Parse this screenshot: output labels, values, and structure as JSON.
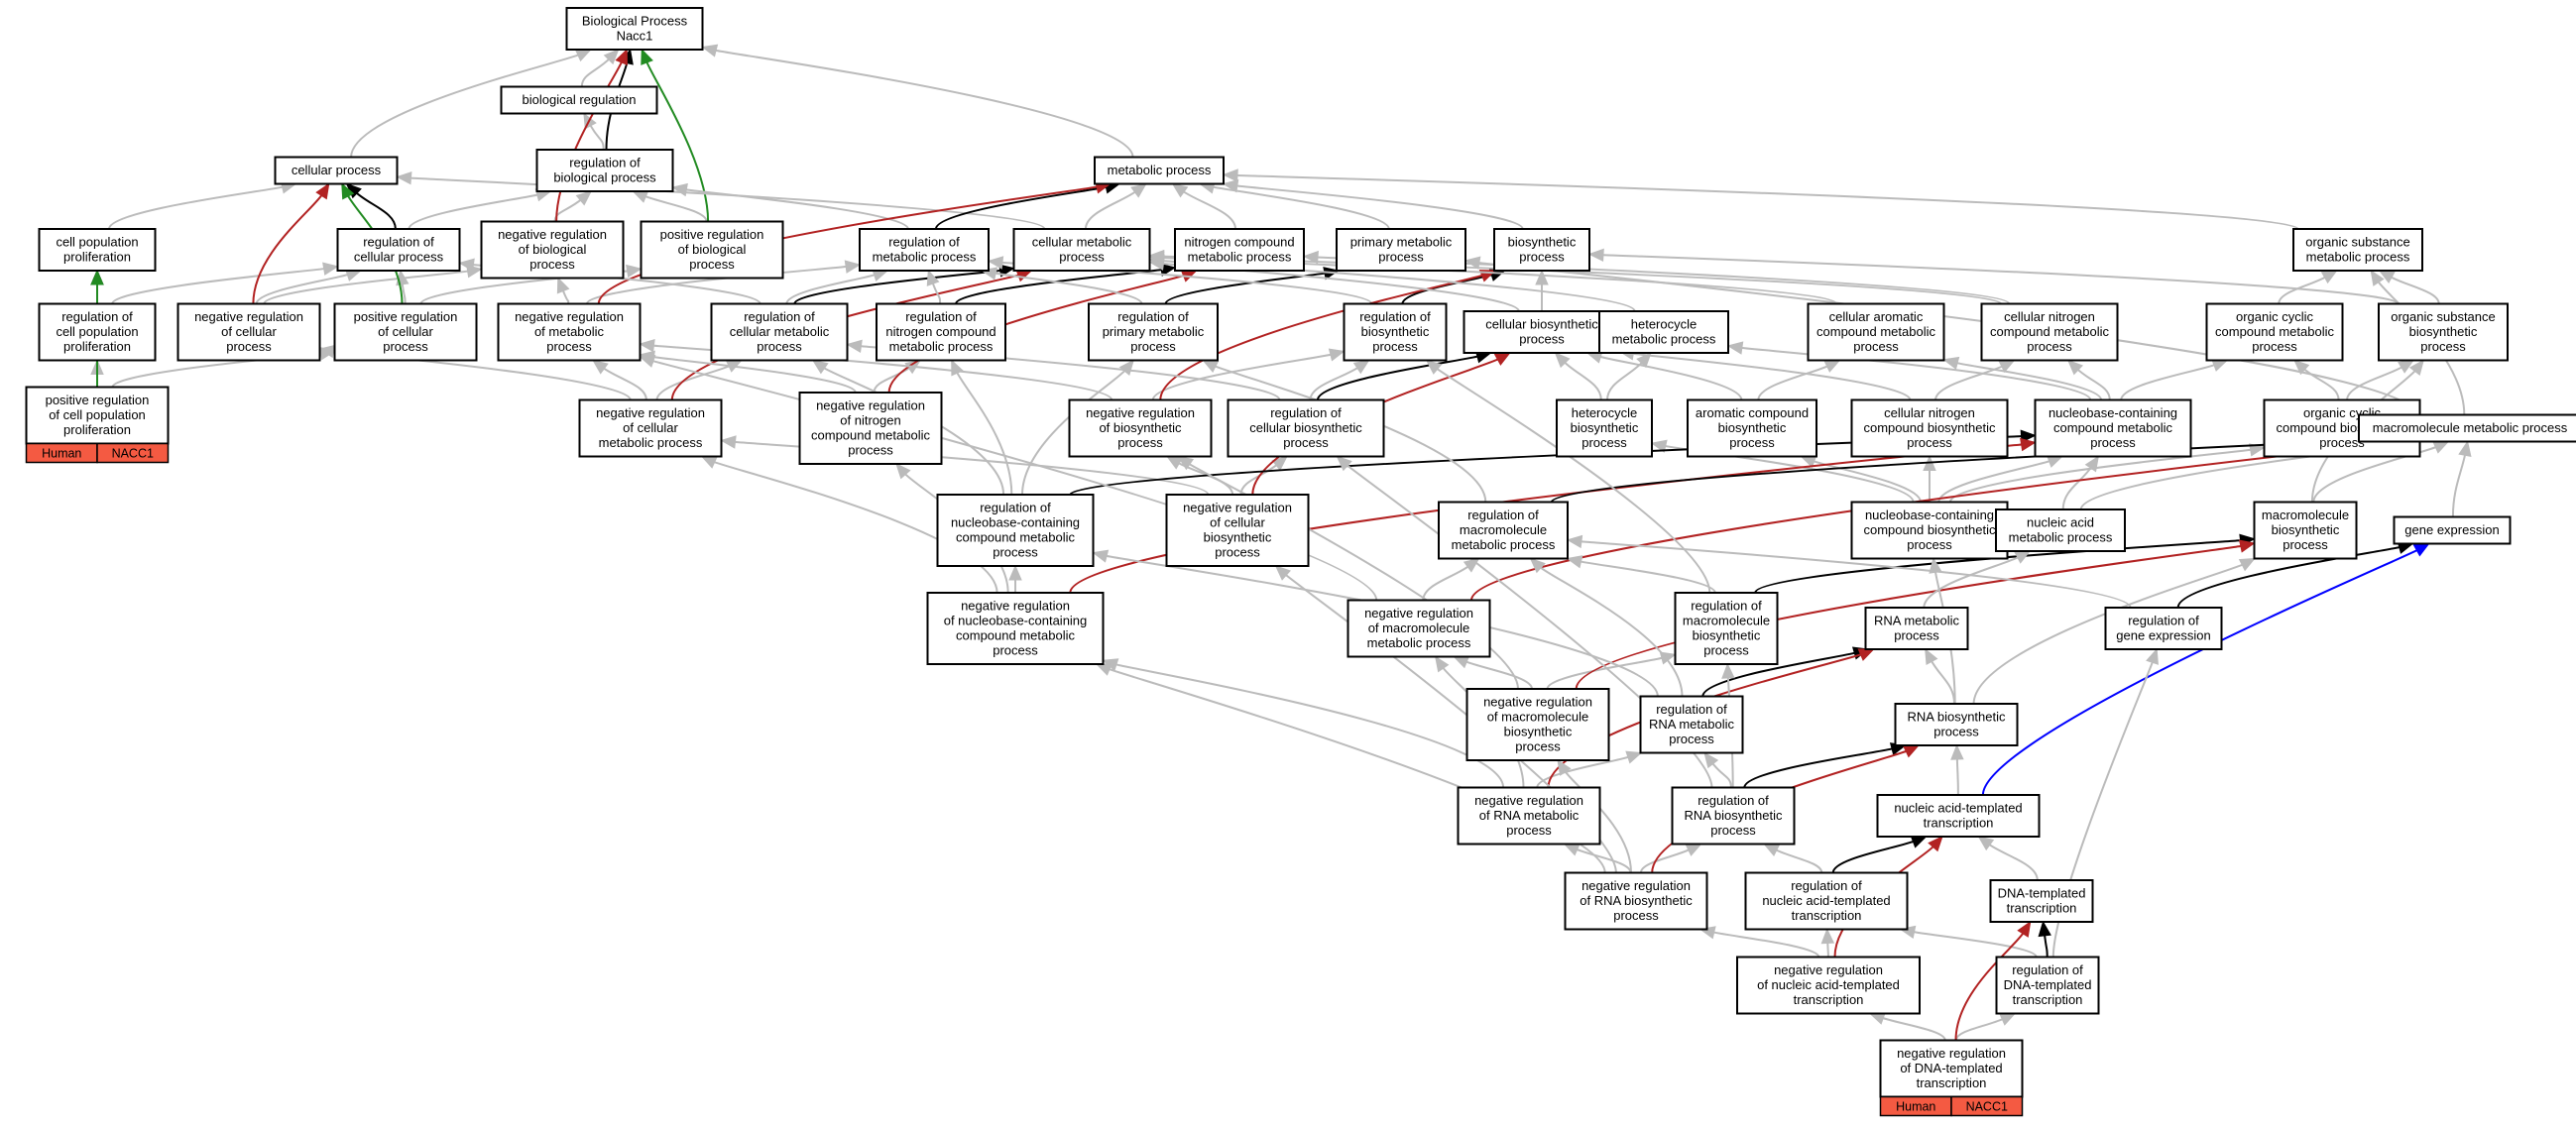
{
  "graph": {
    "nodes": [
      {
        "id": "bp",
        "lines": [
          "Biological Process",
          "Nacc1"
        ]
      },
      {
        "id": "br",
        "lines": [
          "biological regulation"
        ]
      },
      {
        "id": "cp",
        "lines": [
          "cellular process"
        ]
      },
      {
        "id": "mp",
        "lines": [
          "metabolic process"
        ]
      },
      {
        "id": "rbp",
        "lines": [
          "regulation of",
          "biological process"
        ]
      },
      {
        "id": "cpp",
        "lines": [
          "cell population",
          "proliferation"
        ]
      },
      {
        "id": "rcp",
        "lines": [
          "regulation of",
          "cellular process"
        ]
      },
      {
        "id": "nrbp",
        "lines": [
          "negative regulation",
          "of biological",
          "process"
        ]
      },
      {
        "id": "prbp",
        "lines": [
          "positive regulation",
          "of biological",
          "process"
        ]
      },
      {
        "id": "rmp",
        "lines": [
          "regulation of",
          "metabolic process"
        ]
      },
      {
        "id": "cmp",
        "lines": [
          "cellular metabolic",
          "process"
        ]
      },
      {
        "id": "ncmp",
        "lines": [
          "nitrogen compound",
          "metabolic process"
        ]
      },
      {
        "id": "pmp",
        "lines": [
          "primary metabolic",
          "process"
        ]
      },
      {
        "id": "bsp",
        "lines": [
          "biosynthetic",
          "process"
        ]
      },
      {
        "id": "osmp",
        "lines": [
          "organic substance",
          "metabolic process"
        ]
      },
      {
        "id": "rcpp",
        "lines": [
          "regulation of",
          "cell population",
          "proliferation"
        ]
      },
      {
        "id": "nrcp",
        "lines": [
          "negative regulation",
          "of cellular",
          "process"
        ]
      },
      {
        "id": "prcp",
        "lines": [
          "positive regulation",
          "of cellular",
          "process"
        ]
      },
      {
        "id": "nrmp",
        "lines": [
          "negative regulation",
          "of metabolic",
          "process"
        ]
      },
      {
        "id": "rcmp",
        "lines": [
          "regulation of",
          "cellular metabolic",
          "process"
        ]
      },
      {
        "id": "rncmp",
        "lines": [
          "regulation of",
          "nitrogen compound",
          "metabolic process"
        ]
      },
      {
        "id": "rpmp",
        "lines": [
          "regulation of",
          "primary metabolic",
          "process"
        ]
      },
      {
        "id": "rbsp",
        "lines": [
          "regulation of",
          "biosynthetic",
          "process"
        ]
      },
      {
        "id": "cbsp",
        "lines": [
          "cellular biosynthetic",
          "process"
        ]
      },
      {
        "id": "hcmp",
        "lines": [
          "heterocycle",
          "metabolic process"
        ]
      },
      {
        "id": "camp",
        "lines": [
          "cellular aromatic",
          "compound metabolic",
          "process"
        ]
      },
      {
        "id": "cncmp",
        "lines": [
          "cellular nitrogen",
          "compound metabolic",
          "process"
        ]
      },
      {
        "id": "occmp",
        "lines": [
          "organic cyclic",
          "compound metabolic",
          "process"
        ]
      },
      {
        "id": "osbp",
        "lines": [
          "organic substance",
          "biosynthetic",
          "process"
        ]
      },
      {
        "id": "prcpp",
        "lines": [
          "positive regulation",
          "of cell population",
          "proliferation"
        ]
      },
      {
        "id": "nrcmp",
        "lines": [
          "negative regulation",
          "of cellular",
          "metabolic process"
        ]
      },
      {
        "id": "nrncmp",
        "lines": [
          "negative regulation",
          "of nitrogen",
          "compound metabolic",
          "process"
        ]
      },
      {
        "id": "nrbsp",
        "lines": [
          "negative regulation",
          "of biosynthetic",
          "process"
        ]
      },
      {
        "id": "rcbsp",
        "lines": [
          "regulation of",
          "cellular biosynthetic",
          "process"
        ]
      },
      {
        "id": "hcbp",
        "lines": [
          "heterocycle",
          "biosynthetic",
          "process"
        ]
      },
      {
        "id": "acbp",
        "lines": [
          "aromatic compound",
          "biosynthetic",
          "process"
        ]
      },
      {
        "id": "cncbp",
        "lines": [
          "cellular nitrogen",
          "compound biosynthetic",
          "process"
        ]
      },
      {
        "id": "nbcmp",
        "lines": [
          "nucleobase-containing",
          "compound metabolic",
          "process"
        ]
      },
      {
        "id": "occbp",
        "lines": [
          "organic cyclic",
          "compound biosynthetic",
          "process"
        ]
      },
      {
        "id": "macromp",
        "lines": [
          "macromolecule metabolic process"
        ]
      },
      {
        "id": "rnbcmp",
        "lines": [
          "regulation of",
          "nucleobase-containing",
          "compound metabolic",
          "process"
        ]
      },
      {
        "id": "nrcbsp",
        "lines": [
          "negative regulation",
          "of cellular",
          "biosynthetic",
          "process"
        ]
      },
      {
        "id": "rmacmp",
        "lines": [
          "regulation of",
          "macromolecule",
          "metabolic process"
        ]
      },
      {
        "id": "nbcbp",
        "lines": [
          "nucleobase-containing",
          "compound biosynthetic",
          "process"
        ]
      },
      {
        "id": "namp",
        "lines": [
          "nucleic acid",
          "metabolic process"
        ]
      },
      {
        "id": "mbp",
        "lines": [
          "macromolecule",
          "biosynthetic",
          "process"
        ]
      },
      {
        "id": "ge",
        "lines": [
          "gene expression"
        ]
      },
      {
        "id": "nrnbcmp",
        "lines": [
          "negative regulation",
          "of nucleobase-containing",
          "compound metabolic",
          "process"
        ]
      },
      {
        "id": "nrmacmp",
        "lines": [
          "negative regulation",
          "of macromolecule",
          "metabolic process"
        ]
      },
      {
        "id": "rmbp",
        "lines": [
          "regulation of",
          "macromolecule",
          "biosynthetic",
          "process"
        ]
      },
      {
        "id": "rnamp",
        "lines": [
          "RNA metabolic",
          "process"
        ]
      },
      {
        "id": "rge",
        "lines": [
          "regulation of",
          "gene expression"
        ]
      },
      {
        "id": "nrmbp",
        "lines": [
          "negative regulation",
          "of macromolecule",
          "biosynthetic",
          "process"
        ]
      },
      {
        "id": "rrnamp",
        "lines": [
          "regulation of",
          "RNA metabolic",
          "process"
        ]
      },
      {
        "id": "rnabsp",
        "lines": [
          "RNA biosynthetic",
          "process"
        ]
      },
      {
        "id": "nrrnamp",
        "lines": [
          "negative regulation",
          "of RNA metabolic",
          "process"
        ]
      },
      {
        "id": "rrnabsp",
        "lines": [
          "regulation of",
          "RNA biosynthetic",
          "process"
        ]
      },
      {
        "id": "natt",
        "lines": [
          "nucleic acid-templated",
          "transcription"
        ]
      },
      {
        "id": "nrrnabsp",
        "lines": [
          "negative regulation",
          "of RNA biosynthetic",
          "process"
        ]
      },
      {
        "id": "rnatt",
        "lines": [
          "regulation of",
          "nucleic acid-templated",
          "transcription"
        ]
      },
      {
        "id": "dtt",
        "lines": [
          "DNA-templated",
          "transcription"
        ]
      },
      {
        "id": "nrnatt",
        "lines": [
          "negative regulation",
          "of nucleic acid-templated",
          "transcription"
        ]
      },
      {
        "id": "rdtt",
        "lines": [
          "regulation of",
          "DNA-templated",
          "transcription"
        ]
      },
      {
        "id": "nrdtt",
        "lines": [
          "negative regulation",
          "of DNA-templated",
          "transcription"
        ]
      }
    ],
    "annotations": [
      {
        "node": "prcpp",
        "species": "Human",
        "gene": "NACC1"
      },
      {
        "node": "nrdtt",
        "species": "Human",
        "gene": "NACC1"
      }
    ],
    "edge_colors": {
      "is_a": "#bbbbbb",
      "part_of": "#000000",
      "negatively_regulates": "#b22222",
      "positively_regulates": "#228b22",
      "regulates": "#0000ff"
    },
    "badge_color": "#f45a42",
    "edges": [
      [
        "br",
        "bp",
        "is_a"
      ],
      [
        "cp",
        "bp",
        "is_a"
      ],
      [
        "mp",
        "bp",
        "is_a"
      ],
      [
        "rbp",
        "br",
        "is_a"
      ],
      [
        "rbp",
        "bp",
        "part_of"
      ],
      [
        "nrbp",
        "rbp",
        "is_a"
      ],
      [
        "nrbp",
        "bp",
        "negatively_regulates"
      ],
      [
        "prbp",
        "rbp",
        "is_a"
      ],
      [
        "prbp",
        "bp",
        "positively_regulates"
      ],
      [
        "rcp",
        "rbp",
        "is_a"
      ],
      [
        "rcp",
        "cp",
        "part_of"
      ],
      [
        "cpp",
        "cp",
        "is_a"
      ],
      [
        "rcpp",
        "rcp",
        "is_a"
      ],
      [
        "rcpp",
        "cpp",
        "part_of"
      ],
      [
        "prcpp",
        "rcpp",
        "is_a"
      ],
      [
        "prcpp",
        "prcp",
        "is_a"
      ],
      [
        "prcpp",
        "cpp",
        "positively_regulates"
      ],
      [
        "nrcp",
        "rcp",
        "is_a"
      ],
      [
        "nrcp",
        "nrbp",
        "is_a"
      ],
      [
        "nrcp",
        "cp",
        "negatively_regulates"
      ],
      [
        "prcp",
        "rcp",
        "is_a"
      ],
      [
        "prcp",
        "prbp",
        "is_a"
      ],
      [
        "prcp",
        "cp",
        "positively_regulates"
      ],
      [
        "cmp",
        "cp",
        "is_a"
      ],
      [
        "cmp",
        "mp",
        "is_a"
      ],
      [
        "ncmp",
        "mp",
        "is_a"
      ],
      [
        "pmp",
        "mp",
        "is_a"
      ],
      [
        "bsp",
        "mp",
        "is_a"
      ],
      [
        "osmp",
        "mp",
        "is_a"
      ],
      [
        "rmp",
        "rbp",
        "is_a"
      ],
      [
        "rmp",
        "mp",
        "part_of"
      ],
      [
        "nrmp",
        "rmp",
        "is_a"
      ],
      [
        "nrmp",
        "nrbp",
        "is_a"
      ],
      [
        "nrmp",
        "mp",
        "negatively_regulates"
      ],
      [
        "rcmp",
        "rmp",
        "is_a"
      ],
      [
        "rcmp",
        "rcp",
        "is_a"
      ],
      [
        "rcmp",
        "cmp",
        "part_of"
      ],
      [
        "nrcmp",
        "nrmp",
        "is_a"
      ],
      [
        "nrcmp",
        "rcmp",
        "is_a"
      ],
      [
        "nrcmp",
        "nrcp",
        "is_a"
      ],
      [
        "nrcmp",
        "cmp",
        "negatively_regulates"
      ],
      [
        "rncmp",
        "rmp",
        "is_a"
      ],
      [
        "rncmp",
        "ncmp",
        "part_of"
      ],
      [
        "nrncmp",
        "rncmp",
        "is_a"
      ],
      [
        "nrncmp",
        "nrmp",
        "is_a"
      ],
      [
        "nrncmp",
        "ncmp",
        "negatively_regulates"
      ],
      [
        "rpmp",
        "rmp",
        "is_a"
      ],
      [
        "rpmp",
        "pmp",
        "part_of"
      ],
      [
        "rbsp",
        "rmp",
        "is_a"
      ],
      [
        "rbsp",
        "bsp",
        "part_of"
      ],
      [
        "nrbsp",
        "rbsp",
        "is_a"
      ],
      [
        "nrbsp",
        "nrmp",
        "is_a"
      ],
      [
        "nrbsp",
        "bsp",
        "negatively_regulates"
      ],
      [
        "cbsp",
        "bsp",
        "is_a"
      ],
      [
        "cbsp",
        "cmp",
        "is_a"
      ],
      [
        "rcbsp",
        "rbsp",
        "is_a"
      ],
      [
        "rcbsp",
        "rcmp",
        "is_a"
      ],
      [
        "rcbsp",
        "cbsp",
        "part_of"
      ],
      [
        "nrcbsp",
        "rcbsp",
        "is_a"
      ],
      [
        "nrcbsp",
        "nrbsp",
        "is_a"
      ],
      [
        "nrcbsp",
        "nrcmp",
        "is_a"
      ],
      [
        "nrcbsp",
        "cbsp",
        "negatively_regulates"
      ],
      [
        "hcmp",
        "cmp",
        "is_a"
      ],
      [
        "camp",
        "cmp",
        "is_a"
      ],
      [
        "cncmp",
        "cmp",
        "is_a"
      ],
      [
        "cncmp",
        "ncmp",
        "is_a"
      ],
      [
        "occmp",
        "osmp",
        "is_a"
      ],
      [
        "osbp",
        "osmp",
        "is_a"
      ],
      [
        "osbp",
        "bsp",
        "is_a"
      ],
      [
        "hcbp",
        "hcmp",
        "is_a"
      ],
      [
        "hcbp",
        "cbsp",
        "is_a"
      ],
      [
        "acbp",
        "camp",
        "is_a"
      ],
      [
        "acbp",
        "cbsp",
        "is_a"
      ],
      [
        "cncbp",
        "cncmp",
        "is_a"
      ],
      [
        "cncbp",
        "cbsp",
        "is_a"
      ],
      [
        "occbp",
        "occmp",
        "is_a"
      ],
      [
        "occbp",
        "osbp",
        "is_a"
      ],
      [
        "nbcmp",
        "hcmp",
        "is_a"
      ],
      [
        "nbcmp",
        "camp",
        "is_a"
      ],
      [
        "nbcmp",
        "cncmp",
        "is_a"
      ],
      [
        "nbcmp",
        "occmp",
        "is_a"
      ],
      [
        "nbcbp",
        "nbcmp",
        "is_a"
      ],
      [
        "nbcbp",
        "hcbp",
        "is_a"
      ],
      [
        "nbcbp",
        "acbp",
        "is_a"
      ],
      [
        "nbcbp",
        "cncbp",
        "is_a"
      ],
      [
        "nbcbp",
        "occbp",
        "is_a"
      ],
      [
        "macromp",
        "pmp",
        "is_a"
      ],
      [
        "macromp",
        "osmp",
        "is_a"
      ],
      [
        "namp",
        "nbcmp",
        "is_a"
      ],
      [
        "namp",
        "macromp",
        "is_a"
      ],
      [
        "mbp",
        "macromp",
        "is_a"
      ],
      [
        "mbp",
        "osbp",
        "is_a"
      ],
      [
        "ge",
        "macromp",
        "is_a"
      ],
      [
        "rnbcmp",
        "rcmp",
        "is_a"
      ],
      [
        "rnbcmp",
        "rncmp",
        "is_a"
      ],
      [
        "rnbcmp",
        "rpmp",
        "is_a"
      ],
      [
        "rnbcmp",
        "nbcmp",
        "part_of"
      ],
      [
        "nrnbcmp",
        "rnbcmp",
        "is_a"
      ],
      [
        "nrnbcmp",
        "nrcmp",
        "is_a"
      ],
      [
        "nrnbcmp",
        "nrncmp",
        "is_a"
      ],
      [
        "nrnbcmp",
        "nbcmp",
        "negatively_regulates"
      ],
      [
        "rmacmp",
        "rpmp",
        "is_a"
      ],
      [
        "rmacmp",
        "macromp",
        "part_of"
      ],
      [
        "nrmacmp",
        "rmacmp",
        "is_a"
      ],
      [
        "nrmacmp",
        "nrmp",
        "is_a"
      ],
      [
        "nrmacmp",
        "macromp",
        "negatively_regulates"
      ],
      [
        "rmbp",
        "rmacmp",
        "is_a"
      ],
      [
        "rmbp",
        "rbsp",
        "is_a"
      ],
      [
        "rmbp",
        "mbp",
        "part_of"
      ],
      [
        "nrmbp",
        "rmbp",
        "is_a"
      ],
      [
        "nrmbp",
        "nrmacmp",
        "is_a"
      ],
      [
        "nrmbp",
        "nrbsp",
        "is_a"
      ],
      [
        "nrmbp",
        "mbp",
        "negatively_regulates"
      ],
      [
        "rnamp",
        "namp",
        "is_a"
      ],
      [
        "rnabsp",
        "rnamp",
        "is_a"
      ],
      [
        "rnabsp",
        "nbcbp",
        "is_a"
      ],
      [
        "rnabsp",
        "mbp",
        "is_a"
      ],
      [
        "rge",
        "rmacmp",
        "is_a"
      ],
      [
        "rge",
        "ge",
        "part_of"
      ],
      [
        "rrnamp",
        "rnbcmp",
        "is_a"
      ],
      [
        "rrnamp",
        "rmacmp",
        "is_a"
      ],
      [
        "rrnamp",
        "rnamp",
        "part_of"
      ],
      [
        "nrrnamp",
        "rrnamp",
        "is_a"
      ],
      [
        "nrrnamp",
        "nrnbcmp",
        "is_a"
      ],
      [
        "nrrnamp",
        "nrmacmp",
        "is_a"
      ],
      [
        "nrrnamp",
        "rnamp",
        "negatively_regulates"
      ],
      [
        "rrnabsp",
        "rrnamp",
        "is_a"
      ],
      [
        "rrnabsp",
        "rmbp",
        "is_a"
      ],
      [
        "rrnabsp",
        "rcbsp",
        "is_a"
      ],
      [
        "rrnabsp",
        "rnabsp",
        "part_of"
      ],
      [
        "nrrnabsp",
        "rrnabsp",
        "is_a"
      ],
      [
        "nrrnabsp",
        "nrrnamp",
        "is_a"
      ],
      [
        "nrrnabsp",
        "nrmbp",
        "is_a"
      ],
      [
        "nrrnabsp",
        "nrcbsp",
        "is_a"
      ],
      [
        "nrrnabsp",
        "nrnbcmp",
        "is_a"
      ],
      [
        "nrrnabsp",
        "rnabsp",
        "negatively_regulates"
      ],
      [
        "natt",
        "rnabsp",
        "is_a"
      ],
      [
        "natt",
        "ge",
        "regulates"
      ],
      [
        "rnatt",
        "rrnabsp",
        "is_a"
      ],
      [
        "rnatt",
        "natt",
        "part_of"
      ],
      [
        "dtt",
        "natt",
        "is_a"
      ],
      [
        "nrnatt",
        "rnatt",
        "is_a"
      ],
      [
        "nrnatt",
        "nrrnabsp",
        "is_a"
      ],
      [
        "nrnatt",
        "natt",
        "negatively_regulates"
      ],
      [
        "rdtt",
        "rnatt",
        "is_a"
      ],
      [
        "rdtt",
        "rge",
        "is_a"
      ],
      [
        "rdtt",
        "dtt",
        "part_of"
      ],
      [
        "nrdtt",
        "rdtt",
        "is_a"
      ],
      [
        "nrdtt",
        "nrnatt",
        "is_a"
      ],
      [
        "nrdtt",
        "dtt",
        "negatively_regulates"
      ]
    ]
  }
}
